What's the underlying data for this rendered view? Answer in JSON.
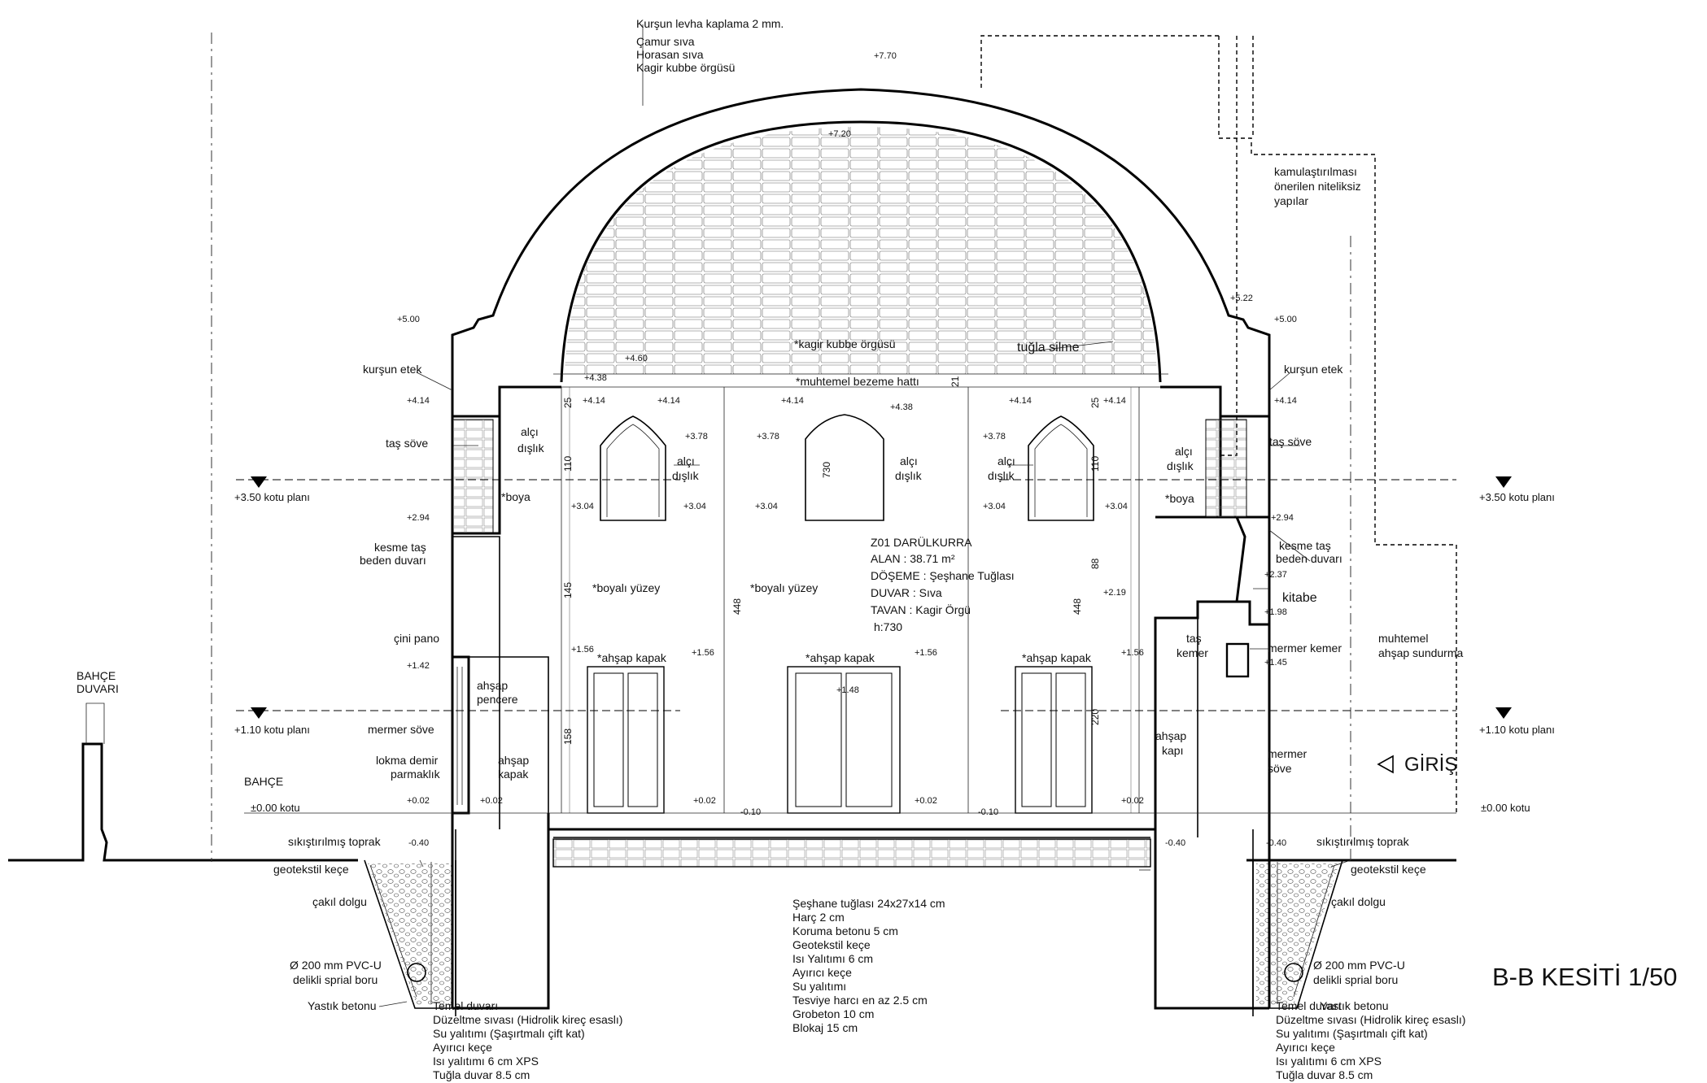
{
  "title": "B-B KESİTİ 1/50",
  "entrance_label": "GİRİŞ",
  "room": {
    "code": "Z01 DARÜLKURRA",
    "area": "ALAN : 38.71 m²",
    "floor": "DÖŞEME : Şeşhane Tuğlası",
    "wall": "DUVAR : Sıva",
    "ceiling": "TAVAN : Kagir Örgü",
    "height": "h:730"
  },
  "dome_layers": [
    "Kurşun levha kaplama 2 mm.",
    "Çamur sıva",
    "Horasan sıva",
    "Kagir kubbe örgüsü"
  ],
  "floor_layers": [
    "Şeşhane tuğlası 24x27x14 cm",
    "Harç 2 cm",
    "Koruma betonu 5 cm",
    "Geotekstil keçe",
    "Isı Yalıtımı 6 cm",
    "Ayırıcı keçe",
    "Su yalıtımı",
    "Tesviye harcı en az 2.5 cm",
    "Grobeton 10 cm",
    "Blokaj 15 cm"
  ],
  "wall_layers": [
    "Temel duvarı",
    "Düzeltme sıvası (Hidrolik kireç esaslı)",
    "Su yalıtımı (Şaşırtmalı çift kat)",
    "Ayırıcı keçe",
    "Isı yalıtımı 6 cm XPS",
    "Tuğla duvar 8.5 cm"
  ],
  "labels": {
    "bahce_duvari_1": "BAHÇE",
    "bahce_duvari_2": "DUVARI",
    "bahce": "BAHÇE",
    "kursun_etek": "kurşun etek",
    "tas_sove": "taş söve",
    "alci_1": "alçı",
    "dislik": "dışlık",
    "boya": "*boya",
    "kesme_tas_1": "kesme taş",
    "kesme_tas_2": "beden duvarı",
    "cini_pano": "çini pano",
    "ahsap_pencere_1": "ahşap",
    "ahsap_pencere_2": "pencere",
    "mermer_sove": "mermer söve",
    "lokma_1": "lokma demir",
    "lokma_2": "parmaklık",
    "ahsap_kapak_1": "ahşap",
    "ahsap_kapak_2": "kapak",
    "sikistirilmis": "sıkıştırılmış toprak",
    "geotekstil": "geotekstil keçe",
    "cakil": "çakıl dolgu",
    "pvc_1": "Ø 200 mm  PVC-U",
    "pvc_2": "delikli sprial boru",
    "yastik": "Yastık betonu",
    "kagir_kubbe": "*kagir kubbe örgüsü",
    "tugla_silme": "tuğla silme",
    "bezeme": "*muhtemel bezeme hattı",
    "boyali_yuzey": "*boyalı yüzey",
    "ahsap_kapak_star": "*ahşap kapak",
    "kamulastirma_1": "kamulaştırılması",
    "kamulastirma_2": "önerilen niteliksiz",
    "kamulastirma_3": "yapılar",
    "kitabe": "kitabe",
    "tas_kemer_1": "taş",
    "tas_kemer_2": "kemer",
    "mermer_kemer": "mermer kemer",
    "muhtemel_1": "muhtemel",
    "muhtemel_2": "ahşap sundurma",
    "ahsap_kapi_1": "ahşap",
    "ahsap_kapi_2": "kapı",
    "mermer_sove_r1": "mermer",
    "mermer_sove_r2": "söve",
    "temel_duvari_r": "Temel duvarı",
    "yastik_r": "Yastık betonu",
    "plan_350": "+3.50 kotu planı",
    "plan_110": "+1.10 kotu planı",
    "kot_000": "±0.00 kotu"
  },
  "elevations": {
    "e770": "+7.70",
    "e720": "+7.20",
    "e522": "+5.22",
    "e500": "+5.00",
    "e460": "+4.60",
    "e438": "+4.38",
    "e414": "+4.14",
    "e378": "+3.78",
    "e304": "+3.04",
    "e294": "+2.94",
    "e237": "+2.37",
    "e219": "+2.19",
    "e198": "+1.98",
    "e156": "+1.56",
    "e148": "+1.48",
    "e145": "+1.45",
    "e142": "+1.42",
    "e002": "+0.02",
    "em010": "-0.10",
    "em040": "-0.40"
  },
  "dimensions": {
    "d25": "25",
    "d21": "21",
    "d110": "110",
    "d730": "730",
    "d145": "145",
    "d448": "448",
    "d158": "158",
    "d88": "88",
    "d220": "220"
  }
}
